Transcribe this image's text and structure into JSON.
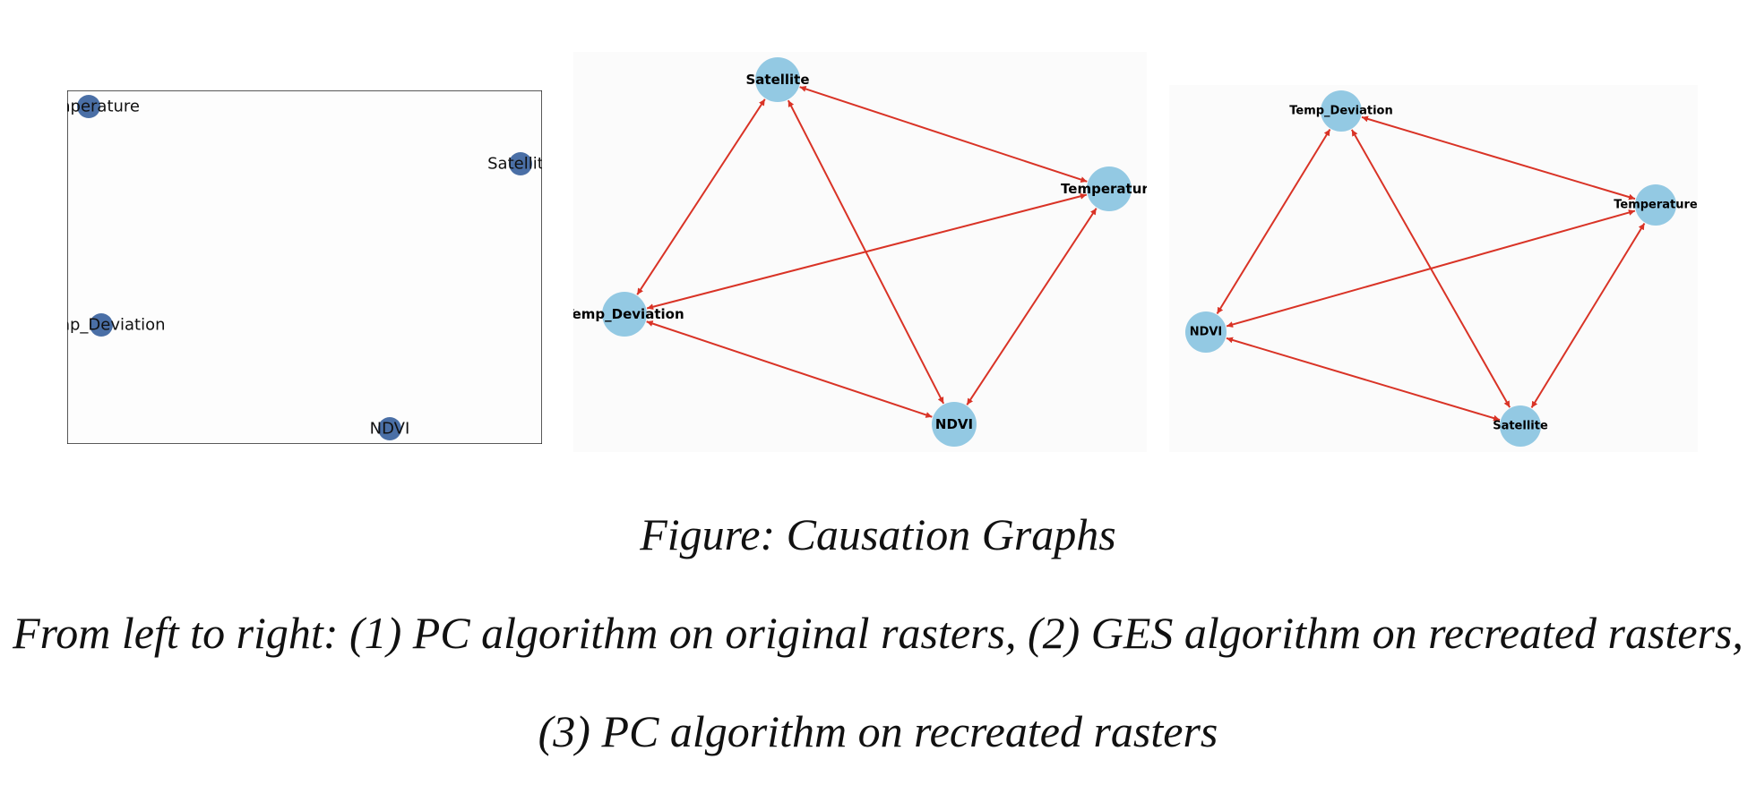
{
  "colors": {
    "edge": "#d93326",
    "node_light": "#93c9e3",
    "node_dark": "#4a6fa6",
    "frame": "#222222",
    "panel_bg": "#fdfdfd"
  },
  "caption": {
    "title": "Figure: Causation Graphs",
    "line1": "From left to right: (1) PC algorithm on original rasters, (2) GES algorithm on recreated rasters,",
    "line2": "(3) PC algorithm on recreated rasters"
  },
  "graphs": [
    {
      "id": "pc-original",
      "framed": true,
      "nodes": [
        {
          "id": "Temperature",
          "label": "Temperature"
        },
        {
          "id": "Satellite",
          "label": "Satellite"
        },
        {
          "id": "Temp_Deviation",
          "label": "Temp_Deviation"
        },
        {
          "id": "NDVI",
          "label": "NDVI"
        }
      ],
      "edges": []
    },
    {
      "id": "ges-recreated",
      "framed": false,
      "nodes": [
        {
          "id": "Satellite",
          "label": "Satellite"
        },
        {
          "id": "Temperature",
          "label": "Temperature"
        },
        {
          "id": "Temp_Deviation",
          "label": "Temp_Deviation"
        },
        {
          "id": "NDVI",
          "label": "NDVI"
        }
      ],
      "edges": [
        {
          "source": "Satellite",
          "target": "Temperature",
          "directed": "both"
        },
        {
          "source": "Satellite",
          "target": "Temp_Deviation",
          "directed": "both"
        },
        {
          "source": "Satellite",
          "target": "NDVI",
          "directed": "both"
        },
        {
          "source": "Temperature",
          "target": "Temp_Deviation",
          "directed": "both"
        },
        {
          "source": "Temperature",
          "target": "NDVI",
          "directed": "both"
        },
        {
          "source": "Temp_Deviation",
          "target": "NDVI",
          "directed": "both"
        }
      ]
    },
    {
      "id": "pc-recreated",
      "framed": false,
      "nodes": [
        {
          "id": "Temp_Deviation",
          "label": "Temp_Deviation"
        },
        {
          "id": "Temperature",
          "label": "Temperature"
        },
        {
          "id": "NDVI",
          "label": "NDVI"
        },
        {
          "id": "Satellite",
          "label": "Satellite"
        }
      ],
      "edges": [
        {
          "source": "Temp_Deviation",
          "target": "Temperature",
          "directed": "both"
        },
        {
          "source": "Temp_Deviation",
          "target": "NDVI",
          "directed": "both"
        },
        {
          "source": "Temp_Deviation",
          "target": "Satellite",
          "directed": "both"
        },
        {
          "source": "Temperature",
          "target": "NDVI",
          "directed": "both"
        },
        {
          "source": "Temperature",
          "target": "Satellite",
          "directed": "both"
        },
        {
          "source": "NDVI",
          "target": "Satellite",
          "directed": "both"
        }
      ]
    }
  ]
}
